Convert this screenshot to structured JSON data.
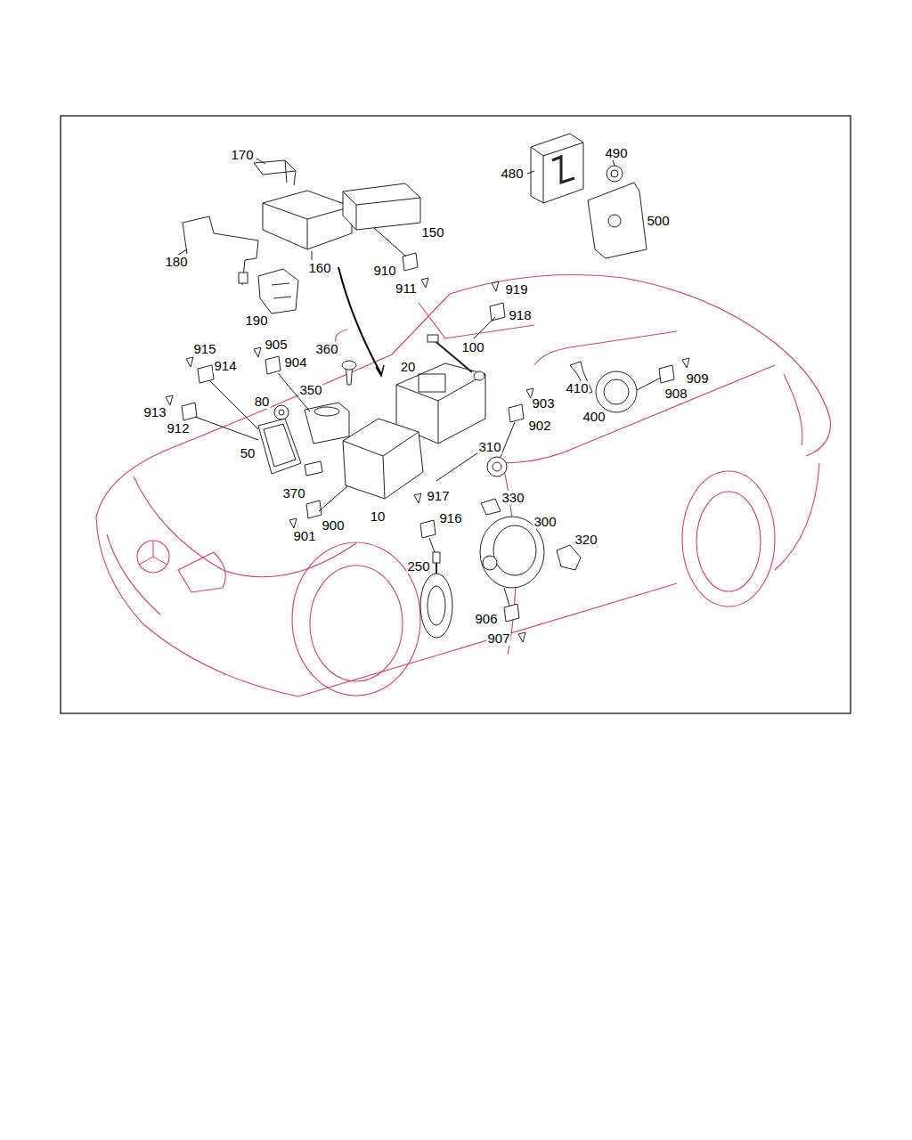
{
  "diagram": {
    "labels": [
      "170",
      "490",
      "480",
      "500",
      "150",
      "160",
      "180",
      "910",
      "911",
      "919",
      "190",
      "918",
      "100",
      "915",
      "905",
      "914",
      "904",
      "360",
      "20",
      "909",
      "410",
      "908",
      "913",
      "350",
      "80",
      "903",
      "400",
      "912",
      "902",
      "50",
      "310",
      "917",
      "370",
      "330",
      "916",
      "300",
      "10",
      "901",
      "900",
      "320",
      "250",
      "906",
      "907"
    ]
  }
}
